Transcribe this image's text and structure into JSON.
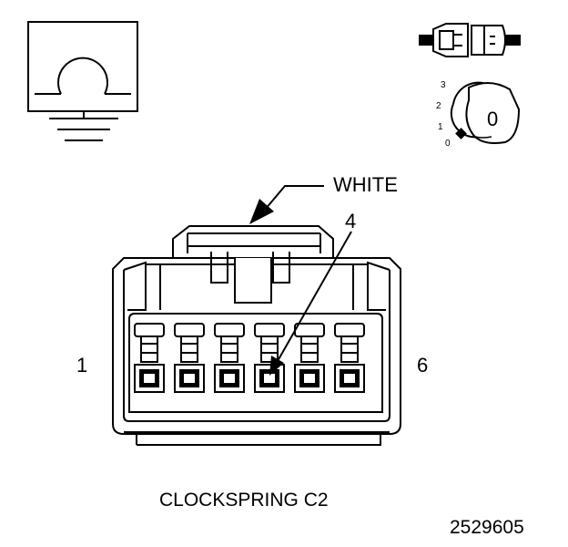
{
  "wire_color": "WHITE",
  "pin_callout": "4",
  "pin_first": "1",
  "pin_last": "6",
  "connector_title": "CLOCKSPRING C2",
  "figure_number": "2529605",
  "key_positions": [
    "3",
    "2",
    "1",
    "0"
  ],
  "key_state": "0",
  "icons": [
    "ohmmeter-ground-icon",
    "connector-separated-icon",
    "ignition-key-off-icon"
  ],
  "pin_count": 6
}
